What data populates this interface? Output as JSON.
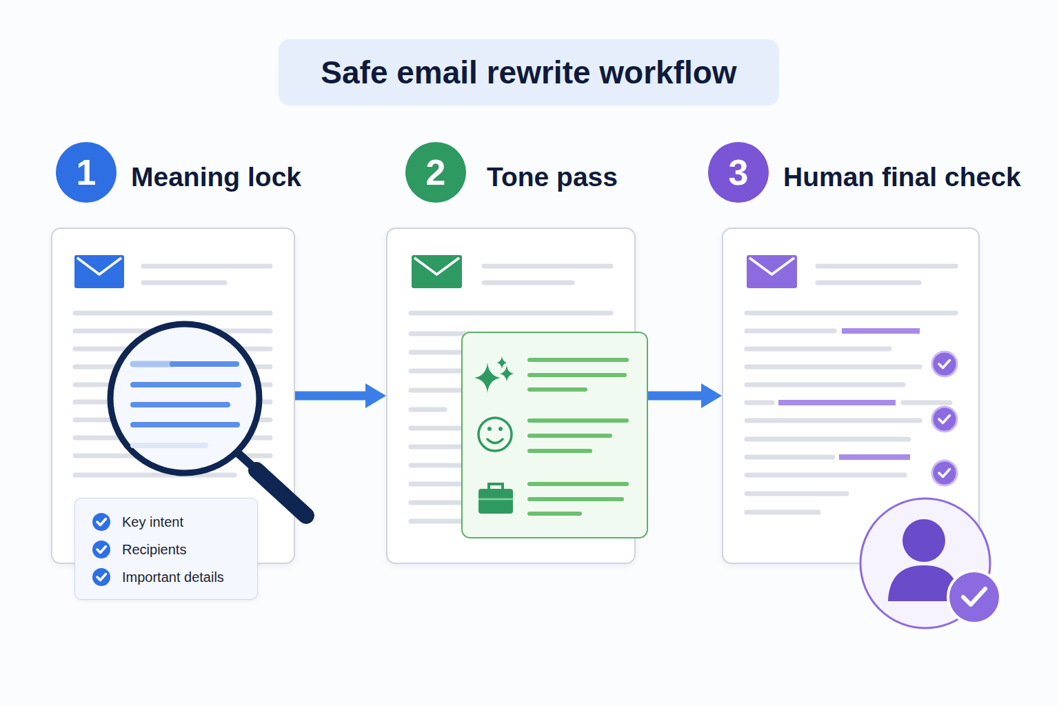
{
  "diagram": {
    "title": "Safe email rewrite workflow",
    "nodes": [
      {
        "text": [
          "1"
        ]
      },
      {
        "text": [
          "Meaning lock"
        ]
      },
      {
        "text": [
          "Key intent",
          "Recipients",
          "Important details"
        ],
        "in": 1
      },
      {
        "text": [
          "2"
        ]
      },
      {
        "text": [
          "Tone pass"
        ]
      },
      {
        "text": [
          "3"
        ]
      },
      {
        "text": [
          "Human final check"
        ]
      }
    ],
    "edges": [
      {
        "from": 1,
        "to": 4,
        "arrow": "to"
      },
      {
        "from": 4,
        "to": 6,
        "arrow": "to"
      }
    ]
  }
}
